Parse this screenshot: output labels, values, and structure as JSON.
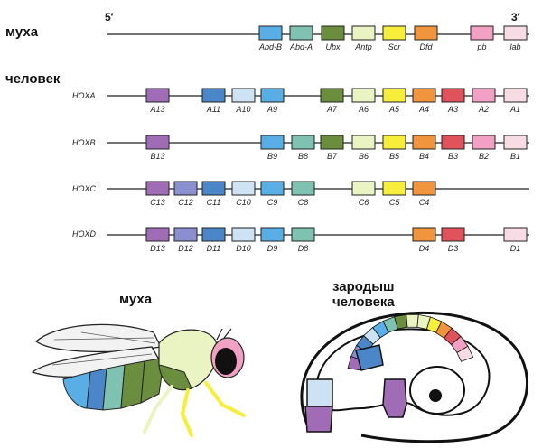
{
  "labels": {
    "fly": "муха",
    "human": "человек",
    "five_prime": "5′",
    "three_prime": "3′",
    "fly_bottom": "муха",
    "embryo_line1": "зародыш",
    "embryo_line2": "человека"
  },
  "colors": {
    "c13": "#a06cb6",
    "c12": "#8a8fd0",
    "c11": "#4a86c8",
    "c10": "#cde3f3",
    "c9": "#5aaee6",
    "c8": "#7fc2b2",
    "c7": "#6b8e3e",
    "c6": "#eaf3c2",
    "c5": "#f7ee3c",
    "c4": "#f0953e",
    "c3": "#e0535d",
    "c2": "#f2a0c3",
    "c1": "#f8dce4"
  },
  "fly_cluster": {
    "genes": [
      {
        "label": "Abd-B",
        "col": "c9"
      },
      {
        "label": "Abd-A",
        "col": "c8"
      },
      {
        "label": "Ubx",
        "col": "c7"
      },
      {
        "label": "Antp",
        "col": "c6"
      },
      {
        "label": "Scr",
        "col": "c5"
      },
      {
        "label": "Dfd",
        "col": "c4"
      },
      {
        "label": "pb",
        "col": "c2"
      },
      {
        "label": "lab",
        "col": "c1"
      }
    ]
  },
  "human_clusters": [
    {
      "name": "HOXA",
      "genes": [
        {
          "label": "A13",
          "col": "c13"
        },
        {
          "label": "A11",
          "col": "c11"
        },
        {
          "label": "A10",
          "col": "c10"
        },
        {
          "label": "A9",
          "col": "c9"
        },
        {
          "label": "A7",
          "col": "c7"
        },
        {
          "label": "A6",
          "col": "c6"
        },
        {
          "label": "A5",
          "col": "c5"
        },
        {
          "label": "A4",
          "col": "c4"
        },
        {
          "label": "A3",
          "col": "c3"
        },
        {
          "label": "A2",
          "col": "c2"
        },
        {
          "label": "A1",
          "col": "c1"
        }
      ]
    },
    {
      "name": "HOXB",
      "genes": [
        {
          "label": "B13",
          "col": "c13"
        },
        {
          "label": "B9",
          "col": "c9"
        },
        {
          "label": "B8",
          "col": "c8"
        },
        {
          "label": "B7",
          "col": "c7"
        },
        {
          "label": "B6",
          "col": "c6"
        },
        {
          "label": "B5",
          "col": "c5"
        },
        {
          "label": "B4",
          "col": "c4"
        },
        {
          "label": "B3",
          "col": "c3"
        },
        {
          "label": "B2",
          "col": "c2"
        },
        {
          "label": "B1",
          "col": "c1"
        }
      ]
    },
    {
      "name": "HOXC",
      "genes": [
        {
          "label": "C13",
          "col": "c13"
        },
        {
          "label": "C12",
          "col": "c12"
        },
        {
          "label": "C11",
          "col": "c11"
        },
        {
          "label": "C10",
          "col": "c10"
        },
        {
          "label": "C9",
          "col": "c9"
        },
        {
          "label": "C8",
          "col": "c8"
        },
        {
          "label": "C6",
          "col": "c6"
        },
        {
          "label": "C5",
          "col": "c5"
        },
        {
          "label": "C4",
          "col": "c4"
        }
      ]
    },
    {
      "name": "HOXD",
      "genes": [
        {
          "label": "D13",
          "col": "c13"
        },
        {
          "label": "D12",
          "col": "c12"
        },
        {
          "label": "D11",
          "col": "c11"
        },
        {
          "label": "D10",
          "col": "c10"
        },
        {
          "label": "D9",
          "col": "c9"
        },
        {
          "label": "D8",
          "col": "c8"
        },
        {
          "label": "D4",
          "col": "c4"
        },
        {
          "label": "D3",
          "col": "c3"
        },
        {
          "label": "D1",
          "col": "c1"
        }
      ]
    }
  ]
}
